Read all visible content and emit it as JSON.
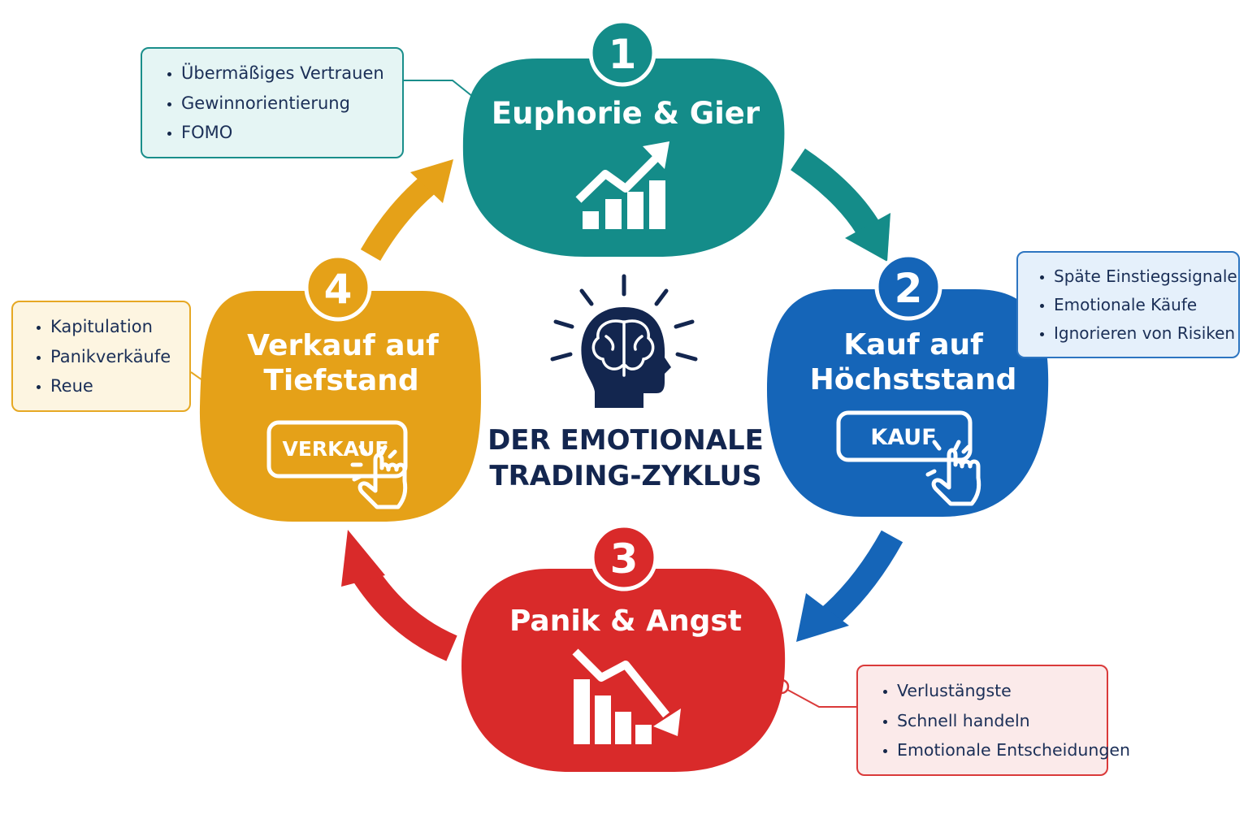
{
  "title": {
    "line1": "DER EMOTIONALE",
    "line2": "TRADING-ZYKLUS"
  },
  "colors": {
    "teal": "#148c89",
    "blue": "#1565b8",
    "red": "#d92a2a",
    "amber": "#e5a118",
    "navy": "#13264f"
  },
  "stages": [
    {
      "number": "1",
      "label_lines": [
        "Euphorie & Gier"
      ],
      "icon": "rising-chart-icon",
      "color": "#148c89",
      "bullets": [
        "Übermäßiges Vertrauen",
        "Gewinnorientierung",
        "FOMO"
      ]
    },
    {
      "number": "2",
      "label_lines": [
        "Kauf auf",
        "Höchststand"
      ],
      "button": "KAUF",
      "icon": "click-hand-icon",
      "color": "#1565b8",
      "bullets": [
        "Späte Einstiegssignale",
        "Emotionale Käufe",
        "Ignorieren von Risiken"
      ]
    },
    {
      "number": "3",
      "label_lines": [
        "Panik & Angst"
      ],
      "icon": "falling-chart-icon",
      "color": "#d92a2a",
      "bullets": [
        "Verlustängste",
        "Schnell handeln",
        "Emotionale Entscheidungen"
      ]
    },
    {
      "number": "4",
      "label_lines": [
        "Verkauf auf",
        "Tiefstand"
      ],
      "button": "VERKAUF",
      "icon": "click-hand-icon",
      "color": "#e5a118",
      "bullets": [
        "Kapitulation",
        "Panikverkäufe",
        "Reue"
      ]
    }
  ],
  "center_icon": "brain-head-icon"
}
